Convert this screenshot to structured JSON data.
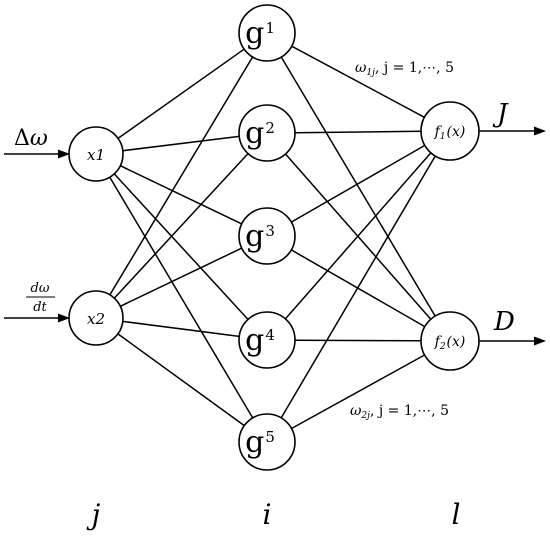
{
  "inputs": [
    {
      "id": "x1",
      "text": "x1",
      "signal_var": "Δ",
      "signal_omega": "ω"
    },
    {
      "id": "x2",
      "text": "x2",
      "frac_num": "dω",
      "frac_den": "dt"
    }
  ],
  "hidden": [
    {
      "id": "g1",
      "base": "g",
      "sub": "1"
    },
    {
      "id": "g2",
      "base": "g",
      "sub": "2"
    },
    {
      "id": "g3",
      "base": "g",
      "sub": "3"
    },
    {
      "id": "g4",
      "base": "g",
      "sub": "4"
    },
    {
      "id": "g5",
      "base": "g",
      "sub": "5"
    }
  ],
  "outputs": [
    {
      "id": "f1",
      "base": "f",
      "sub": "1",
      "arg": "(x)",
      "label": "J"
    },
    {
      "id": "f2",
      "base": "f",
      "sub": "2",
      "arg": "(x)",
      "label": "D"
    }
  ],
  "weights": [
    {
      "omega": "ω",
      "sub": "1j",
      "rest": ", j = 1,⋯, 5"
    },
    {
      "omega": "ω",
      "sub": "2j",
      "rest": ", j = 1,⋯, 5"
    }
  ],
  "layers": {
    "input": "j",
    "hidden": "i",
    "output": "l"
  },
  "edges": [
    [
      "x1",
      "g1"
    ],
    [
      "x1",
      "g2"
    ],
    [
      "x1",
      "g3"
    ],
    [
      "x1",
      "g4"
    ],
    [
      "x1",
      "g5"
    ],
    [
      "x2",
      "g1"
    ],
    [
      "x2",
      "g2"
    ],
    [
      "x2",
      "g3"
    ],
    [
      "x2",
      "g4"
    ],
    [
      "x2",
      "g5"
    ],
    [
      "g1",
      "f1"
    ],
    [
      "g2",
      "f1"
    ],
    [
      "g3",
      "f1"
    ],
    [
      "g4",
      "f1"
    ],
    [
      "g5",
      "f1"
    ],
    [
      "g1",
      "f2"
    ],
    [
      "g2",
      "f2"
    ],
    [
      "g3",
      "f2"
    ],
    [
      "g4",
      "f2"
    ],
    [
      "g5",
      "f2"
    ]
  ]
}
